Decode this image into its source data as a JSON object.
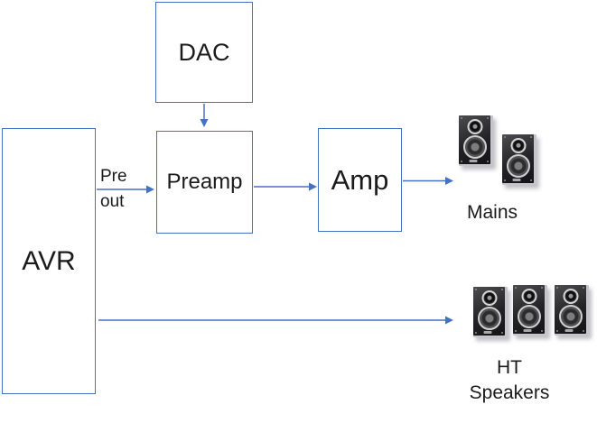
{
  "nodes": {
    "avr": {
      "label": "AVR"
    },
    "dac": {
      "label": "DAC"
    },
    "preamp": {
      "label": "Preamp"
    },
    "amp": {
      "label": "Amp"
    }
  },
  "labels": {
    "preout_line1": "Pre",
    "preout_line2": "out",
    "mains": "Mains",
    "ht_line1": "HT",
    "ht_line2": "Speakers"
  },
  "edges": [
    {
      "from": "DAC",
      "to": "Preamp",
      "label": ""
    },
    {
      "from": "AVR",
      "to": "Preamp",
      "label": "Pre out"
    },
    {
      "from": "Preamp",
      "to": "Amp",
      "label": ""
    },
    {
      "from": "Amp",
      "to": "Mains",
      "label": ""
    },
    {
      "from": "AVR",
      "to": "HT Speakers",
      "label": ""
    }
  ],
  "speakers": {
    "mains_count": 2,
    "ht_count": 3
  },
  "colors": {
    "line": "#4472c4",
    "text": "#1b1b1b",
    "background": "#ffffff",
    "speaker_side": "#c6c6ca"
  }
}
